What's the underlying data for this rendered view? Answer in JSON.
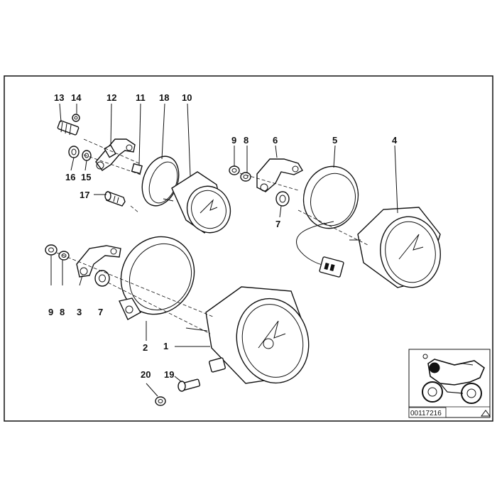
{
  "callouts": [
    {
      "id": "c13",
      "label": "13"
    },
    {
      "id": "c14",
      "label": "14"
    },
    {
      "id": "c12",
      "label": "12"
    },
    {
      "id": "c11",
      "label": "11"
    },
    {
      "id": "c18",
      "label": "18"
    },
    {
      "id": "c10",
      "label": "10"
    },
    {
      "id": "c16",
      "label": "16"
    },
    {
      "id": "c15",
      "label": "15"
    },
    {
      "id": "c17",
      "label": "17"
    },
    {
      "id": "c9a",
      "label": "9"
    },
    {
      "id": "c8a",
      "label": "8"
    },
    {
      "id": "c6",
      "label": "6"
    },
    {
      "id": "c5",
      "label": "5"
    },
    {
      "id": "c4",
      "label": "4"
    },
    {
      "id": "c7a",
      "label": "7"
    },
    {
      "id": "c9b",
      "label": "9"
    },
    {
      "id": "c8b",
      "label": "8"
    },
    {
      "id": "c3",
      "label": "3"
    },
    {
      "id": "c7b",
      "label": "7"
    },
    {
      "id": "c2",
      "label": "2"
    },
    {
      "id": "c1",
      "label": "1"
    },
    {
      "id": "c20",
      "label": "20"
    },
    {
      "id": "c19",
      "label": "19"
    }
  ],
  "inset": {
    "reference_code": "00117216",
    "corner_icon": "triangle-icon",
    "thumbnail_icon": "motorcycle-icon"
  }
}
